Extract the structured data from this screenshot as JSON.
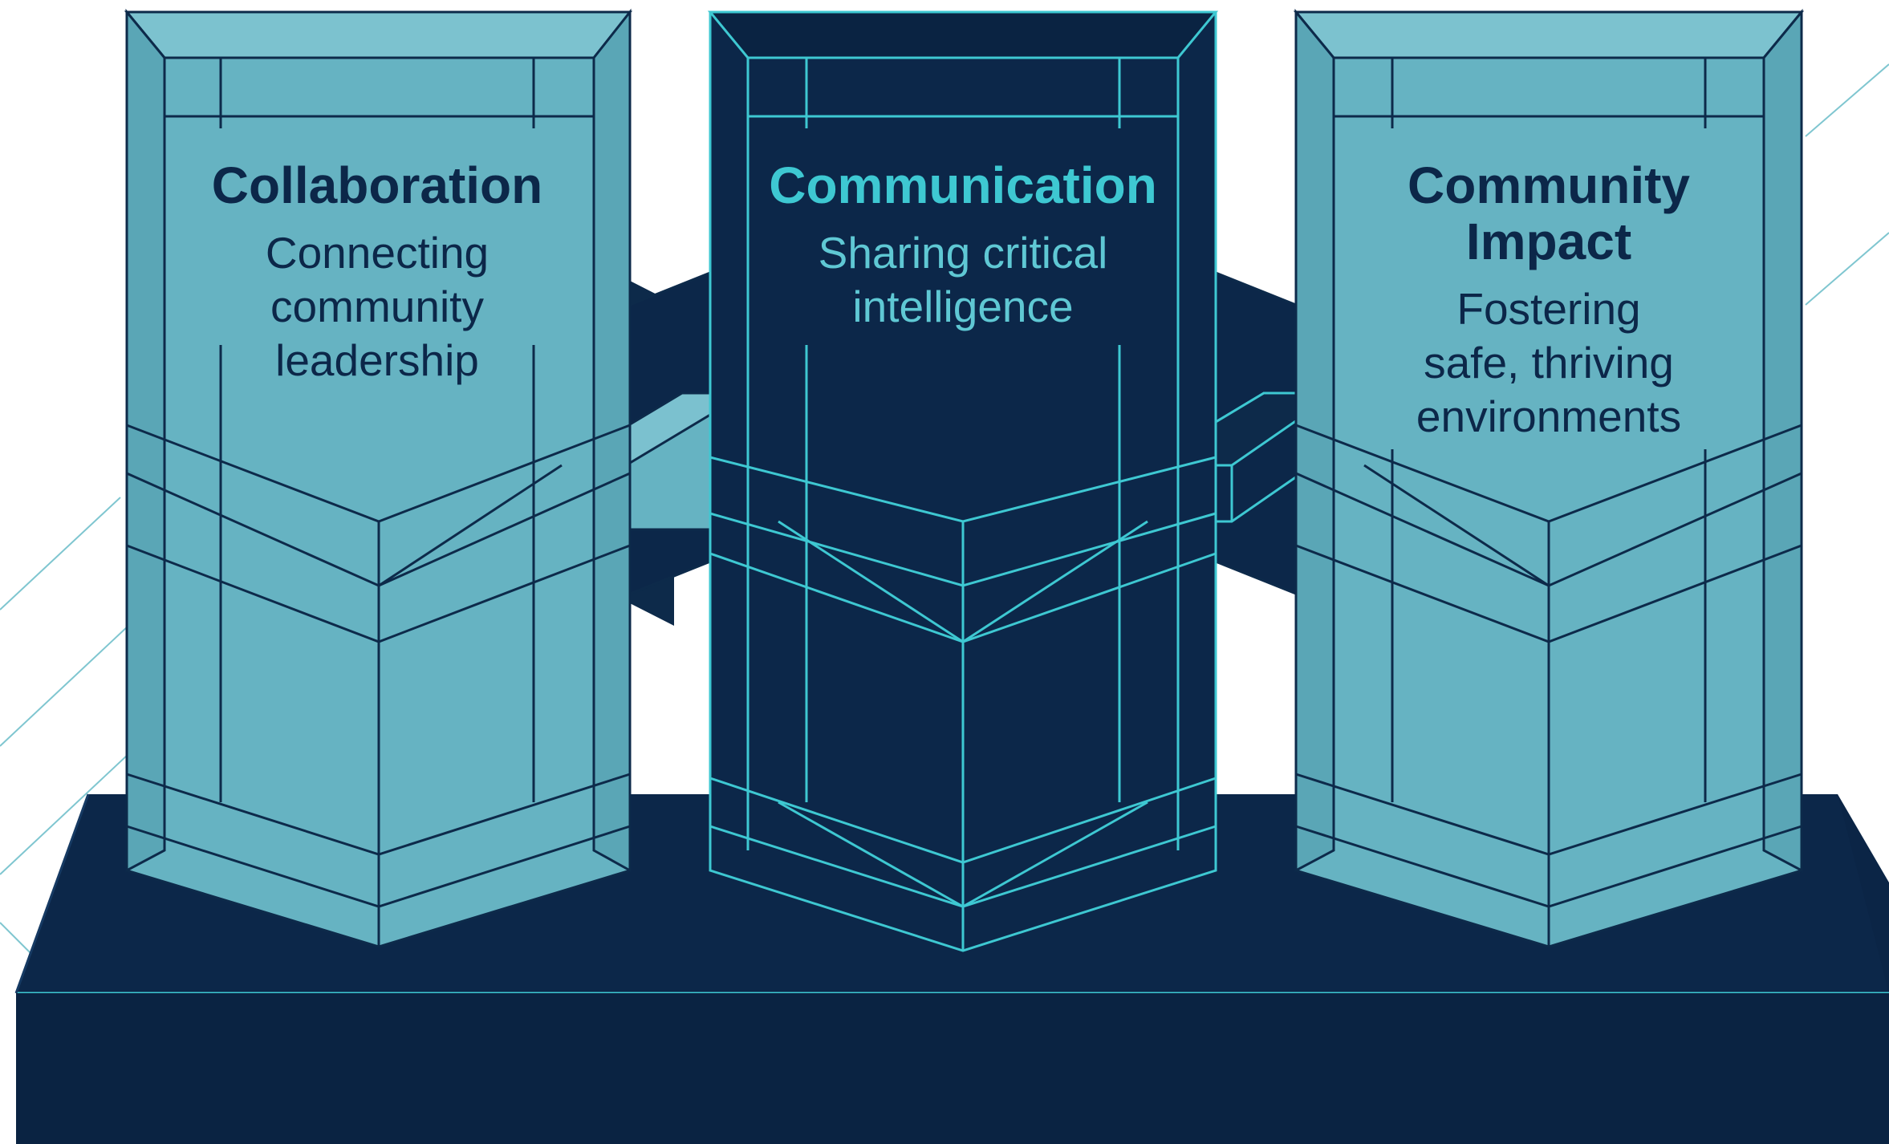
{
  "colors": {
    "light_pillar": "#66b3c2",
    "light_pillar_shade": "#5aa6b6",
    "dark_navy": "#0c2749",
    "dark_navy_deep": "#0a2342",
    "cyan_edge": "#3ec8d2",
    "outline_navy": "#0d2a4a",
    "background": "#ffffff",
    "diagonal_lines": "#7fc6d0"
  },
  "pillars": [
    {
      "id": "collaboration",
      "style": "light",
      "title": "Collaboration",
      "subtitle": "Connecting\ncommunity\nleadership"
    },
    {
      "id": "communication",
      "style": "dark",
      "title": "Communication",
      "subtitle": "Sharing critical\nintelligence"
    },
    {
      "id": "community-impact",
      "style": "light",
      "title": "Community\nImpact",
      "subtitle": "Fostering\nsafe, thriving\nenvironments"
    }
  ]
}
